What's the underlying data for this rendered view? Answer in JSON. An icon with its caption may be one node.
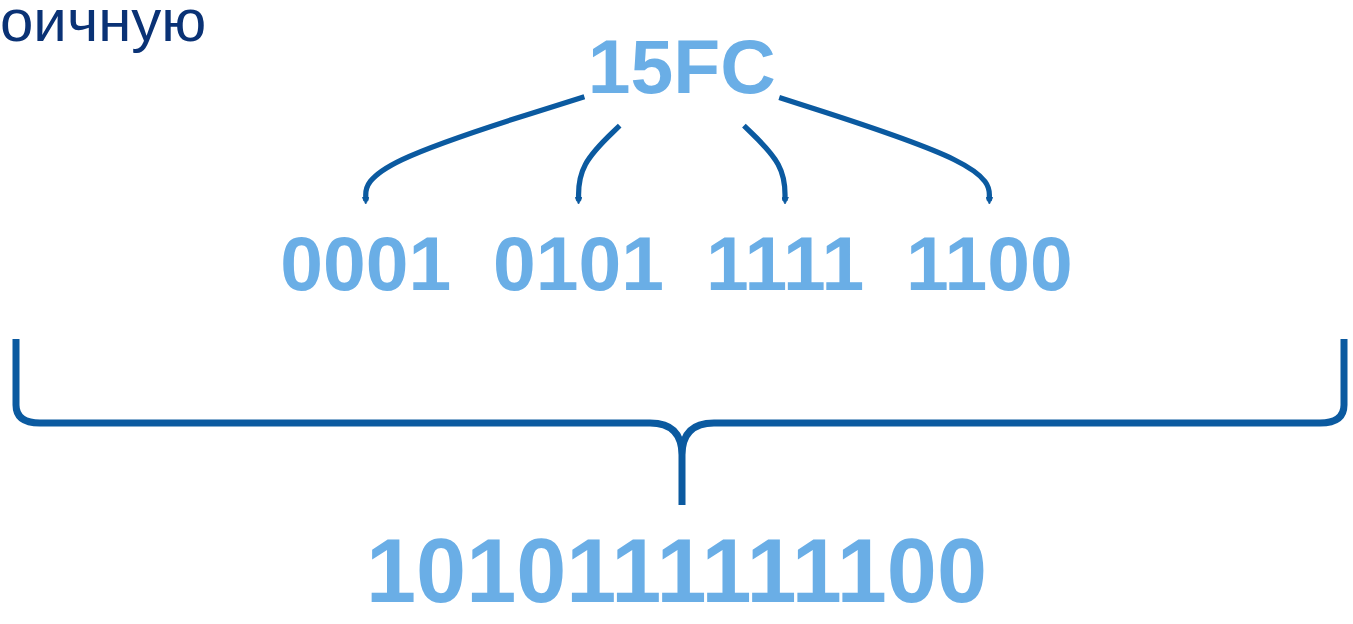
{
  "diagram": {
    "nodes": [
      {
        "text": [
          "15FC"
        ]
      },
      {
        "text": [
          "0001"
        ]
      },
      {
        "text": [
          "0101"
        ]
      },
      {
        "text": [
          "1111"
        ]
      },
      {
        "text": [
          "1100"
        ]
      }
    ],
    "edges": [
      {
        "from": 0,
        "to": 1,
        "arrow": "to"
      },
      {
        "from": 0,
        "to": 2,
        "arrow": "to"
      },
      {
        "from": 0,
        "to": 3,
        "arrow": "to"
      },
      {
        "from": 0,
        "to": 4,
        "arrow": "to"
      }
    ],
    "labels": [
      "оичную",
      "1010111111100"
    ]
  }
}
